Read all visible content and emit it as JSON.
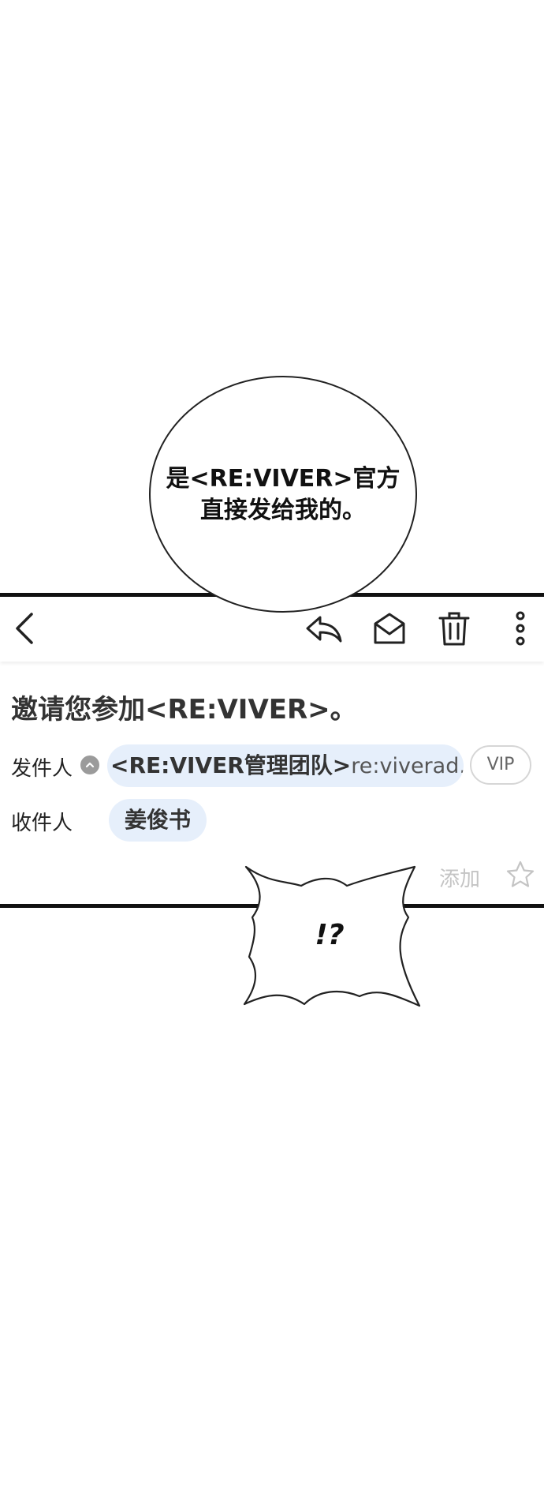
{
  "speech_bubble": {
    "line1": "是<RE:VIVER>官方",
    "line2": "直接发给我的。"
  },
  "email": {
    "subject": "邀请您参加<RE:VIVER>。",
    "sender_label": "发件人",
    "sender_name": "<RE:VIVER管理团队>",
    "sender_address": "re:viverad...",
    "vip_label": "VIP",
    "recipient_label": "收件人",
    "recipient_name": "姜俊书",
    "add_label": "添加"
  },
  "exclamation": {
    "text": "!?"
  },
  "colors": {
    "chip_background": "#e6effb",
    "border": "#111111",
    "muted": "#c4c4c4"
  },
  "icons": [
    "back-arrow-icon",
    "reply-icon",
    "mail-icon",
    "trash-icon",
    "more-vertical-icon",
    "collapse-icon",
    "star-icon"
  ]
}
